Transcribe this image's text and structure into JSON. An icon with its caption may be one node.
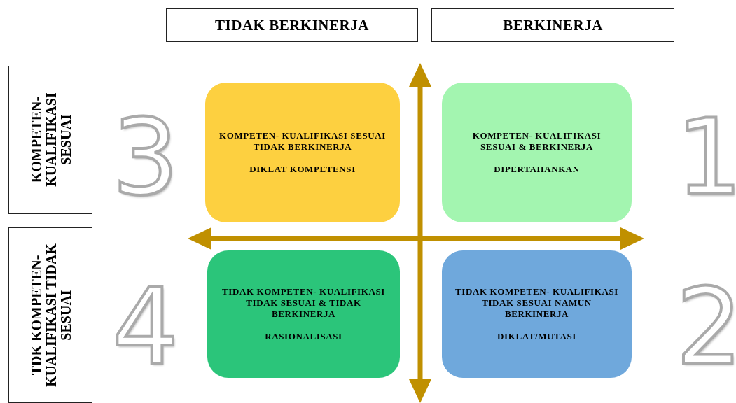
{
  "diagram": {
    "nodes": [
      {
        "text": [
          "TIDAK BERKINERJA"
        ]
      },
      {
        "text": [
          "BERKINERJA"
        ]
      },
      {
        "text": [
          "KOMPETEN- KUALIFIKASI SESUAI"
        ]
      },
      {
        "text": [
          "KOMPETEN- KUALIFIKASI SESUAI TIDAK BERKINERJA",
          "DIKLAT KOMPETENSI"
        ]
      },
      {
        "text": [
          "KOMPETEN- KUALIFIKASI SESUAI & BERKINERJA",
          "DIPERTAHANKAN"
        ]
      },
      {
        "text": [
          "TDK KOMPETEN- KUALIFIKASI TIDAK SESUAI"
        ]
      },
      {
        "text": [
          "TIDAK KOMPETEN- KUALIFIKASI TIDAK SESUAI & TIDAK BERKINERJA",
          "RASIONALISASI"
        ]
      },
      {
        "text": [
          "TIDAK KOMPETEN- KUALIFIKASI TIDAK SESUAI NAMUN BERKINERJA",
          "DIKLAT/MUTASI"
        ]
      }
    ],
    "edges": [],
    "labels": [
      "3",
      "1",
      "4",
      "2"
    ]
  }
}
